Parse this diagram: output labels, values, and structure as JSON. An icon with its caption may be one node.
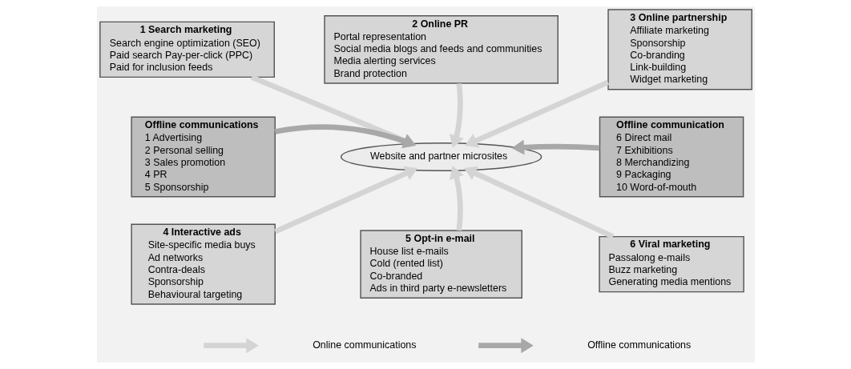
{
  "diagram": {
    "nodes": [
      {
        "text": [
          "1 Search marketing",
          "Search engine optimization (SEO)",
          "Paid search Pay-per-click (PPC)",
          "Paid for inclusion feeds"
        ]
      },
      {
        "text": [
          "2 Online PR",
          "Portal representation",
          "Social media blogs and feeds and communities",
          "Media alerting services",
          "Brand protection"
        ]
      },
      {
        "text": [
          "3 Online partnership",
          "Affiliate marketing",
          "Sponsorship",
          "Co-branding",
          "Link-building",
          "Widget marketing"
        ]
      },
      {
        "text": [
          "Offline communications",
          "1 Advertising",
          "2 Personal selling",
          "3 Sales promotion",
          "4 PR",
          "5 Sponsorship"
        ]
      },
      {
        "text": [
          "Website and partner microsites"
        ]
      },
      {
        "text": [
          "Offline communication",
          "6 Direct mail",
          "7 Exhibitions",
          "8 Merchandizing",
          "9 Packaging",
          "10 Word-of-mouth"
        ]
      },
      {
        "text": [
          "4 Interactive ads",
          "Site-specific media buys",
          "Ad networks",
          "Contra-deals",
          "Sponsorship",
          "Behavioural targeting"
        ]
      },
      {
        "text": [
          "5 Opt-in e-mail",
          "House list e-mails",
          "Cold (rented list)",
          "Co-branded",
          "Ads in third party e-newsletters"
        ]
      },
      {
        "text": [
          "6 Viral marketing",
          "Passalong e-mails",
          "Buzz marketing",
          "Generating media mentions"
        ]
      }
    ],
    "edges": [
      {
        "from": 0,
        "to": 4,
        "arrow": "to"
      },
      {
        "from": 1,
        "to": 4,
        "arrow": "to"
      },
      {
        "from": 2,
        "to": 4,
        "arrow": "to"
      },
      {
        "from": 3,
        "to": 4,
        "arrow": "to",
        "color": "#a8a8a8"
      },
      {
        "from": 5,
        "to": 4,
        "arrow": "to",
        "color": "#a8a8a8"
      },
      {
        "from": 6,
        "to": 4,
        "arrow": "to"
      },
      {
        "from": 7,
        "to": 4,
        "arrow": "to"
      },
      {
        "from": 8,
        "to": 4,
        "arrow": "to"
      }
    ],
    "legend": [
      {
        "text": "Online communications"
      },
      {
        "text": "Offline communications"
      }
    ]
  }
}
